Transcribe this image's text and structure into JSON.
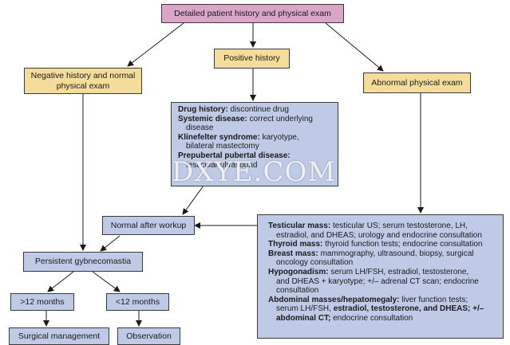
{
  "nodes": {
    "detailed_history": "Detailed patient history and physical exam",
    "negative_history_l1": "Negative history and normal",
    "negative_history_l2": "physical exam",
    "positive_history": "Positive history",
    "abnormal_exam": "Abnormal physical exam",
    "normal_after_workup": "Normal after workup",
    "persistent": "Persistent gybnecomastia",
    "gt12": ">12 months",
    "lt12": "<12 months",
    "surgical": "Surgical management",
    "observation": "Observation"
  },
  "positive_details": {
    "drug_label": "Drug history:",
    "drug_text": " discontinue drug",
    "systemic_label": "Systemic disease:",
    "systemic_text": " correct underlying",
    "systemic_cont": "disease",
    "klinefelter_label": "Klinefelter syndrome:",
    "klinefelter_text": " karyotype,",
    "klinefelter_cont": "bilateral mastectomy",
    "prepubertal_label": "Prepubertal pubertal disease:",
    "prepubertal_cont": "testicular ultrasound"
  },
  "abnormal_details": {
    "testicular_label": "Testicular mass:",
    "testicular_text": " testicular US; serum testosterone, LH,",
    "testicular_cont": "estradiol, and DHEAS; urology and endocrine consultation",
    "thyroid_label": "Thyroid mass:",
    "thyroid_text": " thyroid function tests; endocrine consultation",
    "breast_label": "Breast mass:",
    "breast_text": " mammography, ultrasound, biopsy, surgical",
    "breast_cont": "oncology consultation",
    "hypogonadism_label": "Hypogonadism:",
    "hypogonadism_text": " serum LH/FSH, estradiol, testosterone,",
    "hypogonadism_cont1": "and DHEAS + karyotype; +/– adrenal CT scan; endocrine",
    "hypogonadism_cont2": "consultation",
    "abdominal_label": "Abdominal masses/hepatomegaly:",
    "abdominal_text": " liver function tests;",
    "abdominal_cont1_plain": "serum LH/FSH, ",
    "abdominal_cont1_bold": "estradiol, testosterone, and DHEAS; +/–",
    "abdominal_cont2_bold": "abdominal CT;",
    "abdominal_cont2_plain": " endocrine consultation"
  },
  "watermark": "DXYE.COM",
  "colors": {
    "top_box": "#d9a6c8",
    "history_box": "#f4dc9a",
    "workup_box": "#bfcbe6",
    "border": "#3a3a3a"
  }
}
